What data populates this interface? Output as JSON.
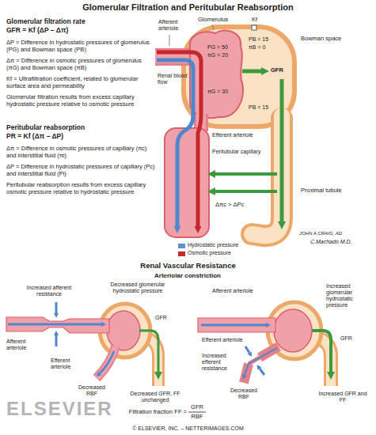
{
  "diagram": {
    "title": "Glomerular Filtration and Peritubular Reabsorption",
    "caption": "© ELSEVIER, INC. – NETTERIMAGES.COM",
    "labels": [
      "Glomerular filtration rate",
      "GFR = Kf (ΔP – Δπ)",
      "ΔP = Difference in hydrostatic pressures of glomerulus (PG) and Bowman space (PB)",
      "Δπ = Difference in osmotic pressures of glomerulus (πG) and Bowman space (πB)",
      "Kf = Ultrafiltration coefficient, related to glomerular surface area and permeability",
      "Glomerular filtration results from excess capillary hydrostatic pressure relative to osmotic pressure",
      "Peritubular reabsorption",
      "PR = Kf (Δπ – ΔP)",
      "Δπ = Difference in osmotic pressures of capillary (πc) and interstitial fluid (πi)",
      "ΔP = Difference in hydrostatic pressures of capillary (Pc) and interstitial fluid (Pi)",
      "Peritubular reabsorption results from excess capillary osmotic pressure relative to hydrostatic pressure",
      "Afferent arteriole",
      "Glomerulus",
      "Kf",
      "PB = 15",
      "πB = 0",
      "Bowman space",
      "PG = 50",
      "πG = 20",
      "Renal blood flow",
      "GFR",
      "πG = 30",
      "PB = 15",
      "Efferent arteriole",
      "Peritubular capillary",
      "Δπc > ΔPc",
      "Proximal tubule",
      "JOHN A.CRAIG_AD",
      "C.Machado M.D.",
      "Renal Vascular Resistance",
      "Arteriolar constriction",
      "Increased afferent resistance",
      "Afferent arteriole",
      "Decreased glomerular hydrostatic pressure",
      "GFR",
      "Efferent arteriole",
      "Decreased RBF",
      "Decreased GFR, FF unchanged",
      "Afferent arteriole",
      "Increased glomerular hydrostatic pressure",
      "GFR",
      "Efferent arteriole",
      "Increased efferent resistance",
      "Decreased RBF",
      "Increased GFR and FF",
      "Filtration fraction FF =",
      "GFR",
      "RBF",
      "ELSEVIER"
    ],
    "legend": [
      {
        "text": "Hydrostatic pressure",
        "color": "#5b8fd6"
      },
      {
        "text": "Osmotic pressure",
        "color": "#c8262e"
      }
    ]
  }
}
